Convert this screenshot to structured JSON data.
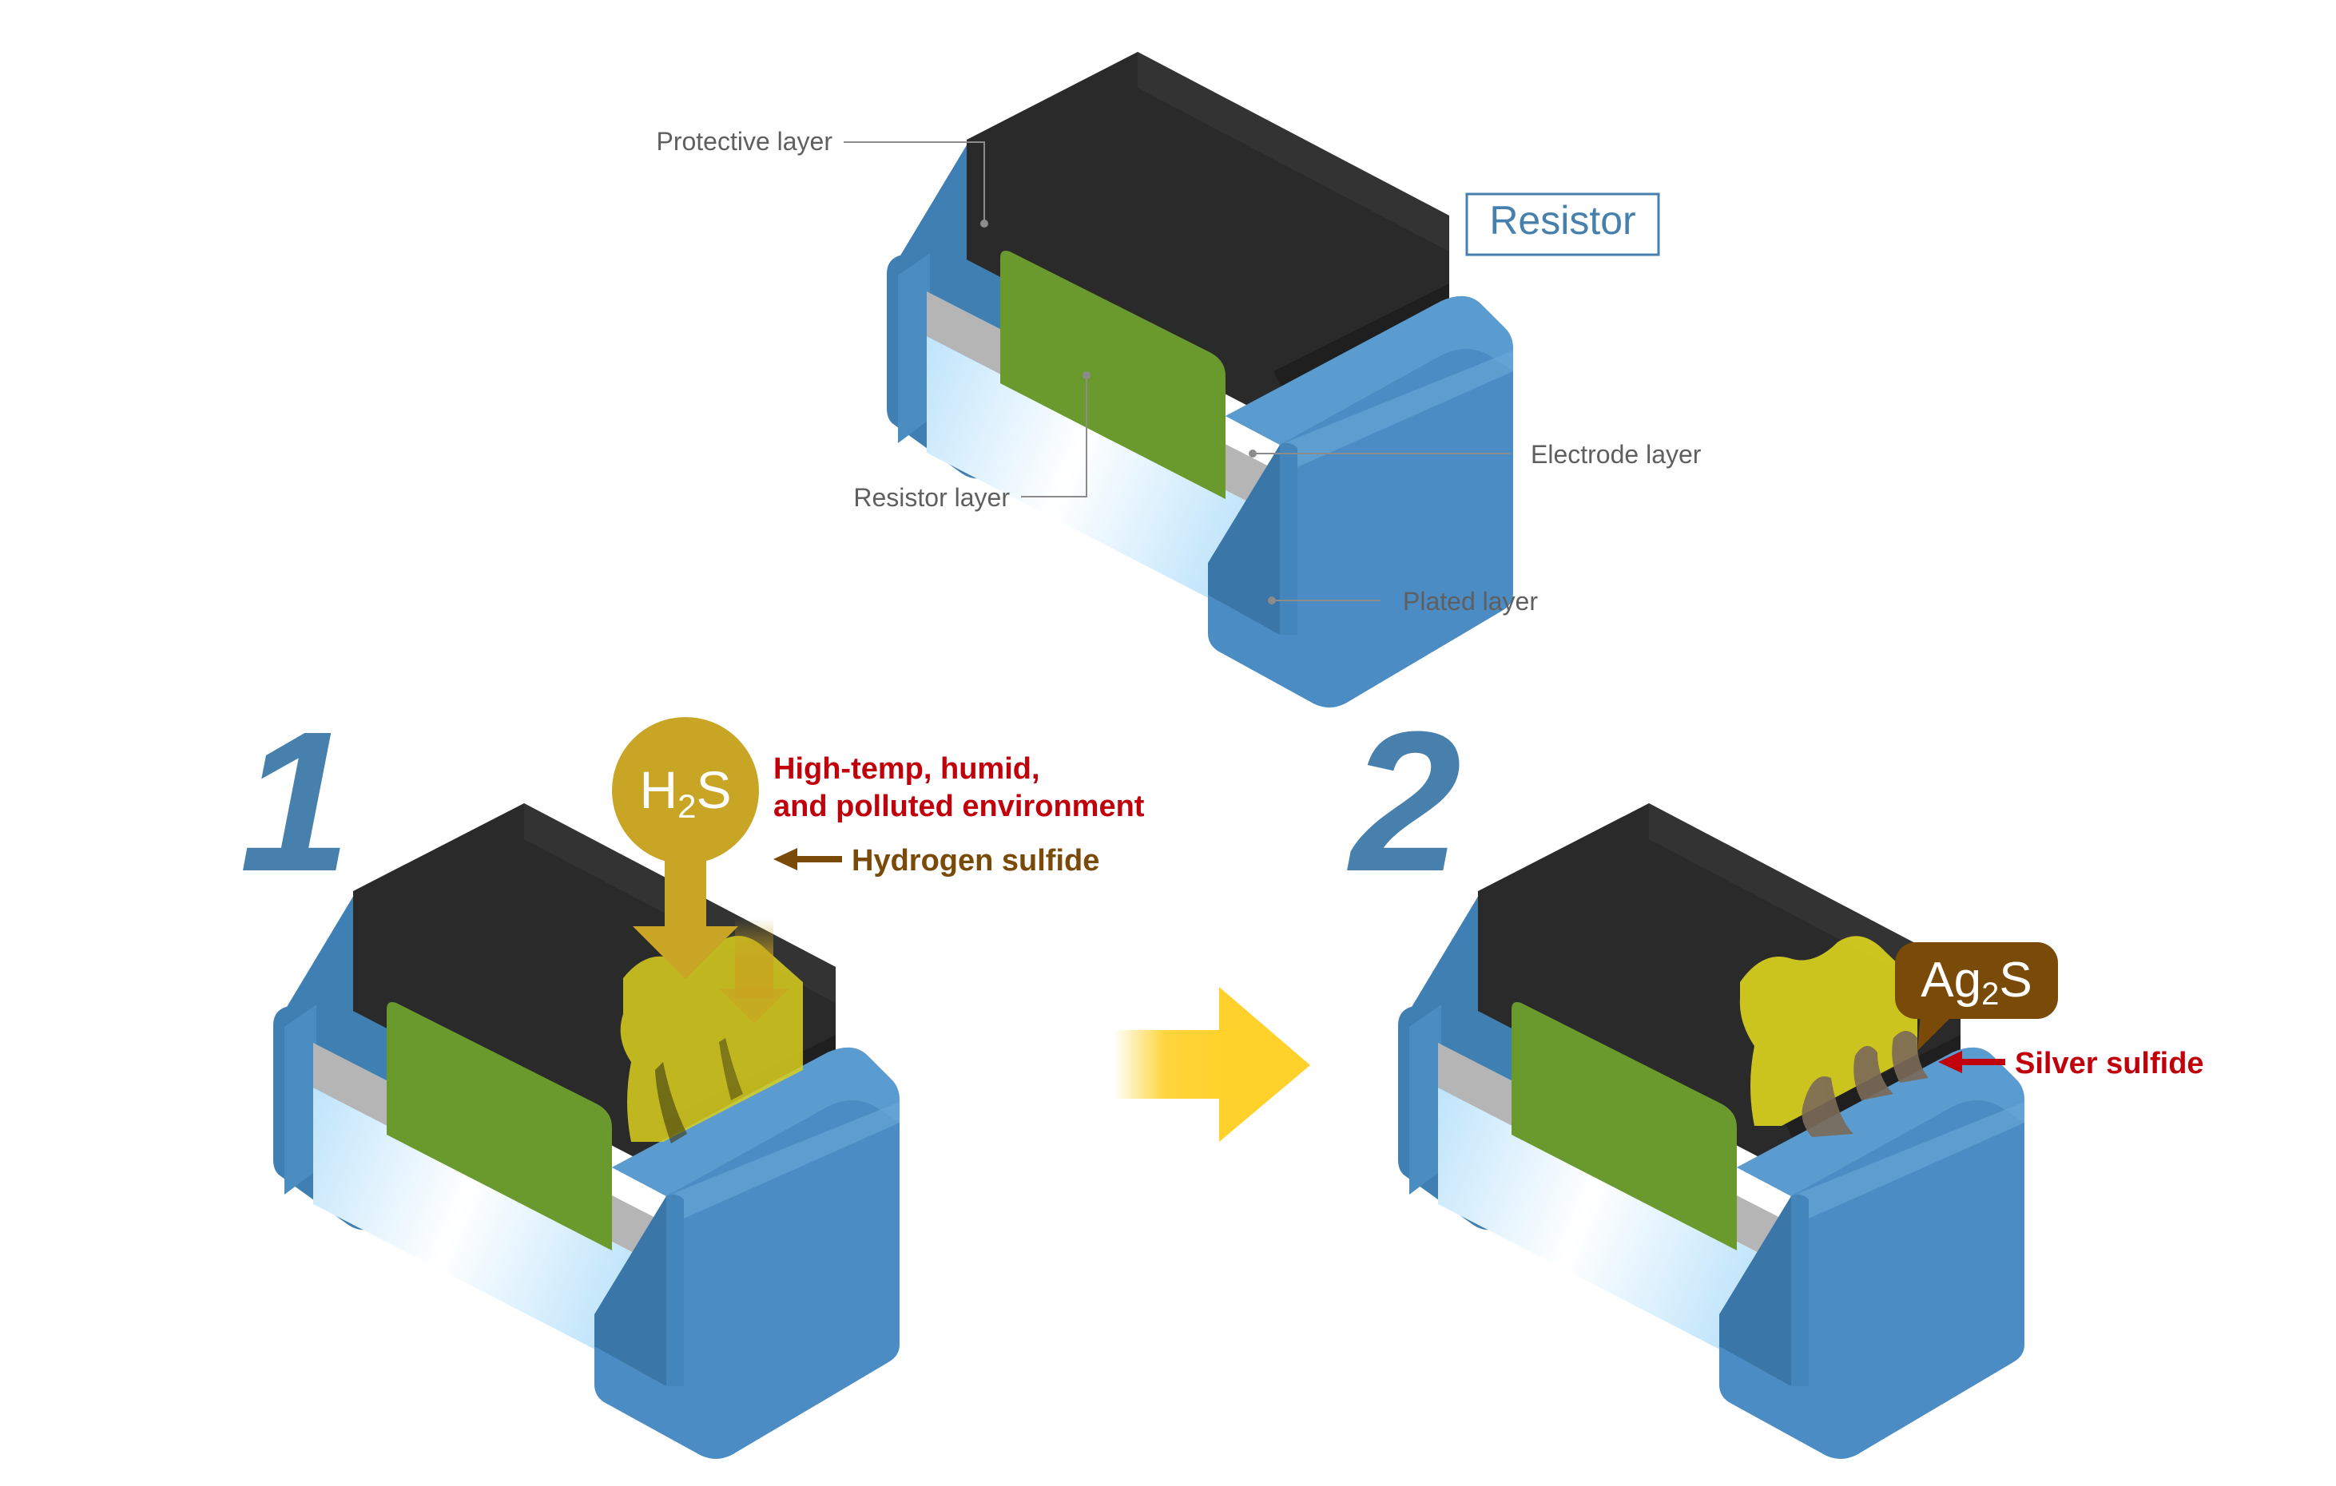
{
  "top_diagram": {
    "title": "Resistor",
    "labels": {
      "protective": "Protective layer",
      "electrode": "Electrode layer",
      "resistor": "Resistor layer",
      "plated": "Plated layer"
    }
  },
  "step1": {
    "number": "1",
    "bubble_main": "H",
    "bubble_sub": "2",
    "bubble_tail": "S",
    "environment_line1": "High-temp, humid,",
    "environment_line2": "and polluted environment",
    "gas_label": "Hydrogen sulfide"
  },
  "step2": {
    "number": "2",
    "bubble_main": "Ag",
    "bubble_sub": "2",
    "bubble_tail": "S",
    "product_label": "Silver sulfide"
  },
  "colors": {
    "plated": "#4d8fc4",
    "protective": "#2a2a2a",
    "resistor": "#6a9a2e",
    "electrode": "#b4b4b4",
    "step_number": "#4780ad",
    "warning_red": "#c0000a",
    "h2s_gold": "#c8a524",
    "ag2s_brown": "#7a4a08",
    "arrow_yellow": "#ffd12a"
  },
  "icons": [
    "process-arrow-icon",
    "gas-arrow-icon",
    "pointer-arrow-icon"
  ]
}
